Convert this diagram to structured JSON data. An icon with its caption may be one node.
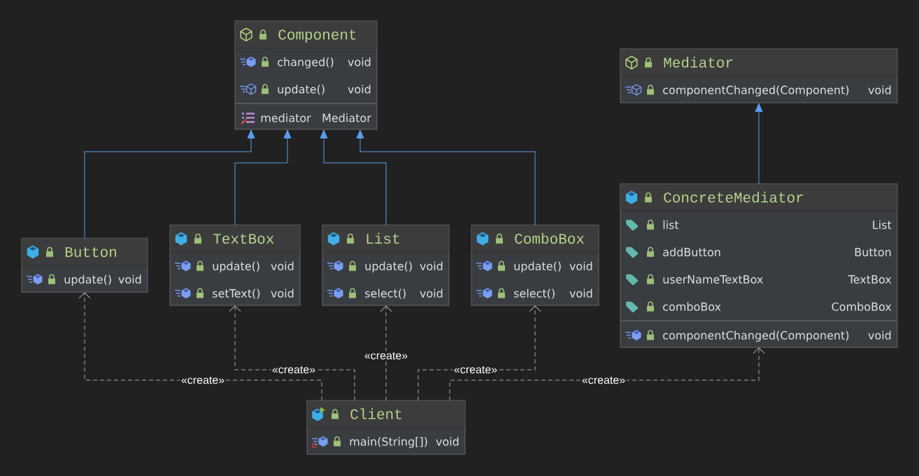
{
  "diagram": {
    "nodes": [
      {
        "text": [
          "Component",
          "changed()",
          "void",
          "update()",
          "void",
          "mediator",
          "Mediator"
        ]
      },
      {
        "text": [
          "Mediator",
          "componentChanged(Component)",
          "void"
        ]
      },
      {
        "text": [
          "ConcreteMediator",
          "list",
          "List",
          "addButton",
          "Button",
          "userNameTextBox",
          "TextBox",
          "comboBox",
          "ComboBox",
          "componentChanged(Component)",
          "void"
        ]
      },
      {
        "text": [
          "Button",
          "update()",
          "void"
        ]
      },
      {
        "text": [
          "TextBox",
          "update()",
          "void",
          "setText()",
          "void"
        ]
      },
      {
        "text": [
          "List",
          "update()",
          "void",
          "select()",
          "void"
        ]
      },
      {
        "text": [
          "ComboBox",
          "update()",
          "void",
          "select()",
          "void"
        ]
      },
      {
        "text": [
          "Client",
          "main(String[])",
          "void"
        ]
      }
    ],
    "edges": [
      {
        "from": 3,
        "to": 0,
        "arrow": "to",
        "color": "#5a9cf0"
      },
      {
        "from": 4,
        "to": 0,
        "arrow": "to",
        "color": "#5a9cf0"
      },
      {
        "from": 5,
        "to": 0,
        "arrow": "to",
        "color": "#5a9cf0"
      },
      {
        "from": 6,
        "to": 0,
        "arrow": "to",
        "color": "#5a9cf0"
      },
      {
        "from": 2,
        "to": 1,
        "arrow": "to",
        "color": "#5a9cf0"
      },
      {
        "from": 7,
        "to": 3,
        "arrow": "to",
        "label": "«create»",
        "style": "dashed"
      },
      {
        "from": 7,
        "to": 4,
        "arrow": "to",
        "label": "«create»",
        "style": "dashed"
      },
      {
        "from": 7,
        "to": 5,
        "arrow": "to",
        "label": "«create»",
        "style": "dashed"
      },
      {
        "from": 7,
        "to": 6,
        "arrow": "to",
        "label": "«create»",
        "style": "dashed"
      },
      {
        "from": 7,
        "to": 2,
        "arrow": "to",
        "label": "«create»",
        "style": "dashed"
      }
    ]
  }
}
